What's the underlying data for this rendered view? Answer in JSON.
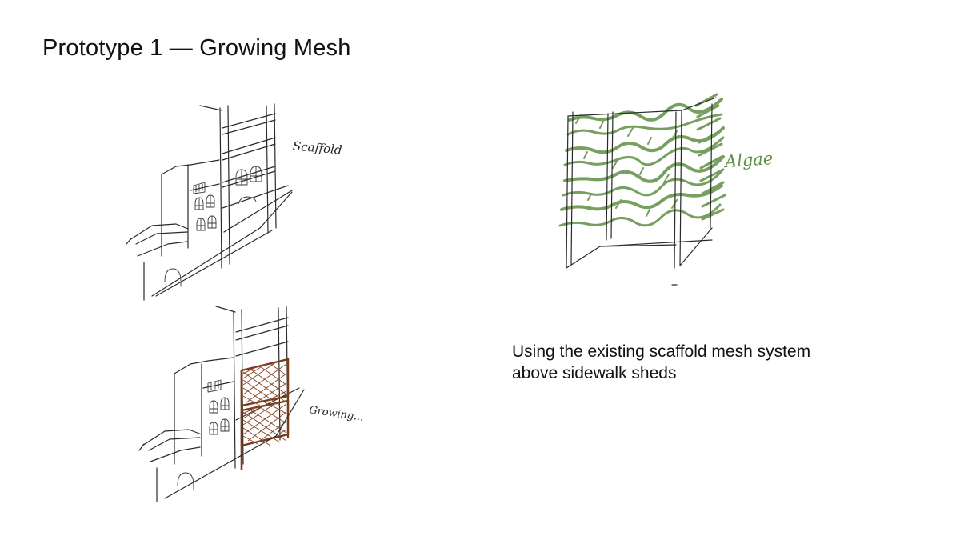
{
  "slide": {
    "title": "Prototype 1 — Growing Mesh",
    "caption_line1": "Using the existing scaffold mesh system",
    "caption_line2": "above sidewalk sheds"
  },
  "sketches": {
    "top_left_label": "Scaffold",
    "bottom_left_label": "Growing...",
    "right_label": "Algae"
  },
  "colors": {
    "text": "#111111",
    "pencil": "#2a2a2a",
    "mesh_brown": "#7a3a1c",
    "algae_green": "#5f8f45"
  }
}
